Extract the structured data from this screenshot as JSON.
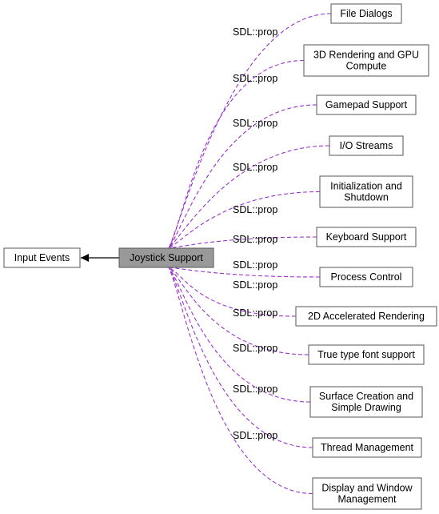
{
  "diagram": {
    "current_group": "Joystick Support",
    "parent_group": "Input Events",
    "edge_label": "SDL::prop",
    "colors": {
      "current_fill": "#999999",
      "node_fill": "#ffffff",
      "border": "#555555",
      "edge": "#9a32cd",
      "arrow": "#000000"
    },
    "related_groups": [
      {
        "id": "file-dialogs",
        "lines": [
          "File Dialogs"
        ]
      },
      {
        "id": "3d-rendering-gpu",
        "lines": [
          "3D Rendering and GPU",
          "Compute"
        ]
      },
      {
        "id": "gamepad-support",
        "lines": [
          "Gamepad Support"
        ]
      },
      {
        "id": "io-streams",
        "lines": [
          "I/O Streams"
        ]
      },
      {
        "id": "initialization-shutdown",
        "lines": [
          "Initialization and",
          "Shutdown"
        ]
      },
      {
        "id": "keyboard-support",
        "lines": [
          "Keyboard Support"
        ]
      },
      {
        "id": "process-control",
        "lines": [
          "Process Control"
        ]
      },
      {
        "id": "2d-accelerated-rendering",
        "lines": [
          "2D Accelerated Rendering"
        ]
      },
      {
        "id": "true-type-font",
        "lines": [
          "True type font support"
        ]
      },
      {
        "id": "surface-creation",
        "lines": [
          "Surface Creation and",
          "Simple Drawing"
        ]
      },
      {
        "id": "thread-management",
        "lines": [
          "Thread Management"
        ]
      },
      {
        "id": "display-window",
        "lines": [
          "Display and Window",
          "Management"
        ]
      }
    ]
  }
}
